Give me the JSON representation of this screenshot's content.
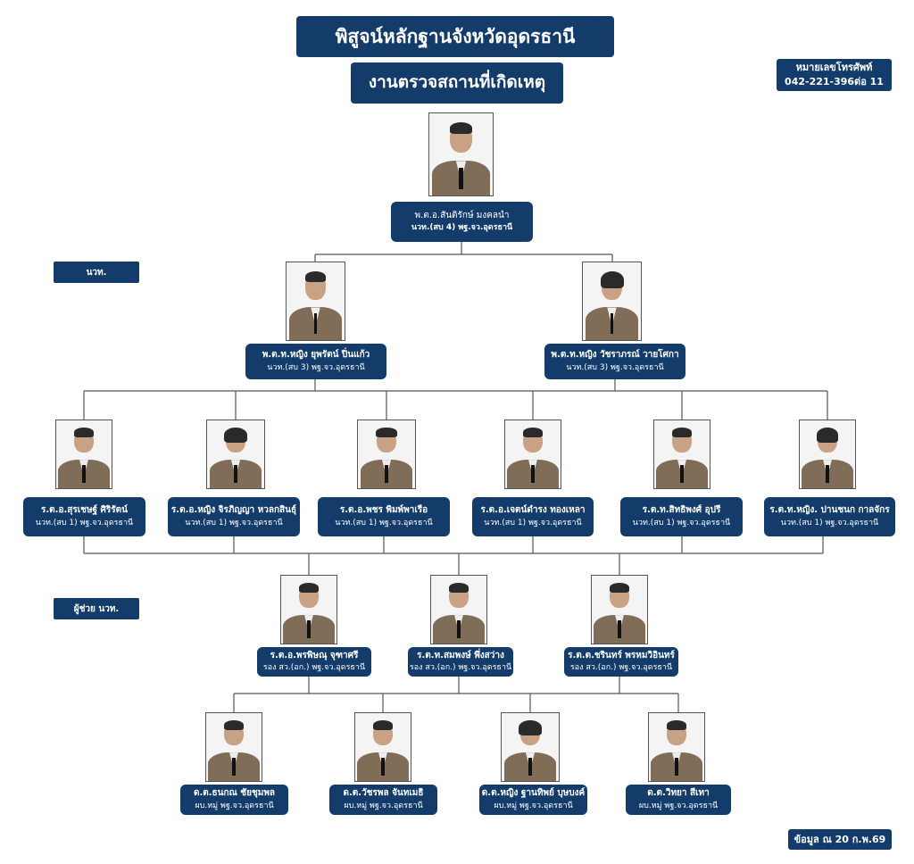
{
  "header": {
    "title": "พิสูจน์หลักฐานจังหวัดอุดรธานี",
    "subtitle": "งานตรวจสถานที่เกิดเหตุ"
  },
  "phone": {
    "label": "หมายเลขโทรศัพท์",
    "number": "042-221-396ต่อ 11"
  },
  "sections": {
    "inspectors": "นวท.",
    "assistants": "ผู้ช่วย นวท."
  },
  "footer": {
    "as_of": "ข้อมูล ณ  20  ก.พ.69"
  },
  "colors": {
    "box": "#133c6b",
    "line": "#555555"
  },
  "levels": [
    [
      {
        "name": "พ.ต.อ.สันติรักษ์  มงคลนำ",
        "position": "นวท.(สบ 4) พฐ.จว.อุดรธานี"
      }
    ],
    [
      {
        "name": "พ.ต.ท.หญิง ยุพรัตน์  ปิ่นแก้ว",
        "position": "นวท.(สบ 3) พฐ.จว.อุดรธานี"
      },
      {
        "name": "พ.ต.ท.หญิง วัชราภรณ์  วายโศกา",
        "position": "นวท.(สบ 3) พฐ.จว.อุดรธานี"
      }
    ],
    [
      {
        "name": "ร.ต.อ.สุรเชษฐ์  ศิริรัตน์",
        "position": "นวท.(สบ 1) พฐ.จว.อุดรธานี"
      },
      {
        "name": "ร.ต.อ.หญิง จิรภิญญา  หวลกสินธุ์",
        "position": "นวท.(สบ 1) พฐ.จว.อุดรธานี"
      },
      {
        "name": "ร.ต.อ.พชร  พิมพ์พาเรือ",
        "position": "นวท.(สบ 1) พฐ.จว.อุดรธานี"
      },
      {
        "name": "ร.ต.อ.เจตน์ดำรง  ทองเหลา",
        "position": "นวท.(สบ 1) พฐ.จว.อุดรธานี"
      },
      {
        "name": "ร.ต.ท.สิทธิพงศ์  อุปรี",
        "position": "นวท.(สบ 1) พฐ.จว.อุดรธานี"
      },
      {
        "name": "ร.ต.ท.หญิง. ปานชนก  กาลจักร",
        "position": "นวท.(สบ 1) พฐ.จว.อุดรธานี"
      }
    ],
    [
      {
        "name": "ร.ต.อ.พรพิษณุ  จุฑาศรี",
        "position": "รอง สว.(อก.) พฐ.จว.อุดรธานี"
      },
      {
        "name": "ร.ต.ท.สมพงษ์  พึ่งสว่าง",
        "position": "รอง สว.(อก.) พฐ.จว.อุดรธานี"
      },
      {
        "name": "ร.ต.ต.ชรินทร์  พรหมวิอินทร์",
        "position": "รอง สว.(อก.) พฐ.จว.อุดรธานี"
      }
    ],
    [
      {
        "name": "ด.ต.ธนกณ  ชัยชุมพล",
        "position": "ผบ.หมู่ พฐ.จว.อุดรธานี"
      },
      {
        "name": "ด.ต.วัชรพล  จันทเมธิ",
        "position": "ผบ.หมู่ พฐ.จว.อุดรธานี"
      },
      {
        "name": "ด.ต.หญิง ฐานทิพย์  บุษบงค์",
        "position": "ผบ.หมู่ พฐ.จว.อุดรธานี"
      },
      {
        "name": "ด.ต.วิทยา  สีเทา",
        "position": "ผบ.หมู่ พฐ.จว.อุดรธานี"
      }
    ]
  ]
}
